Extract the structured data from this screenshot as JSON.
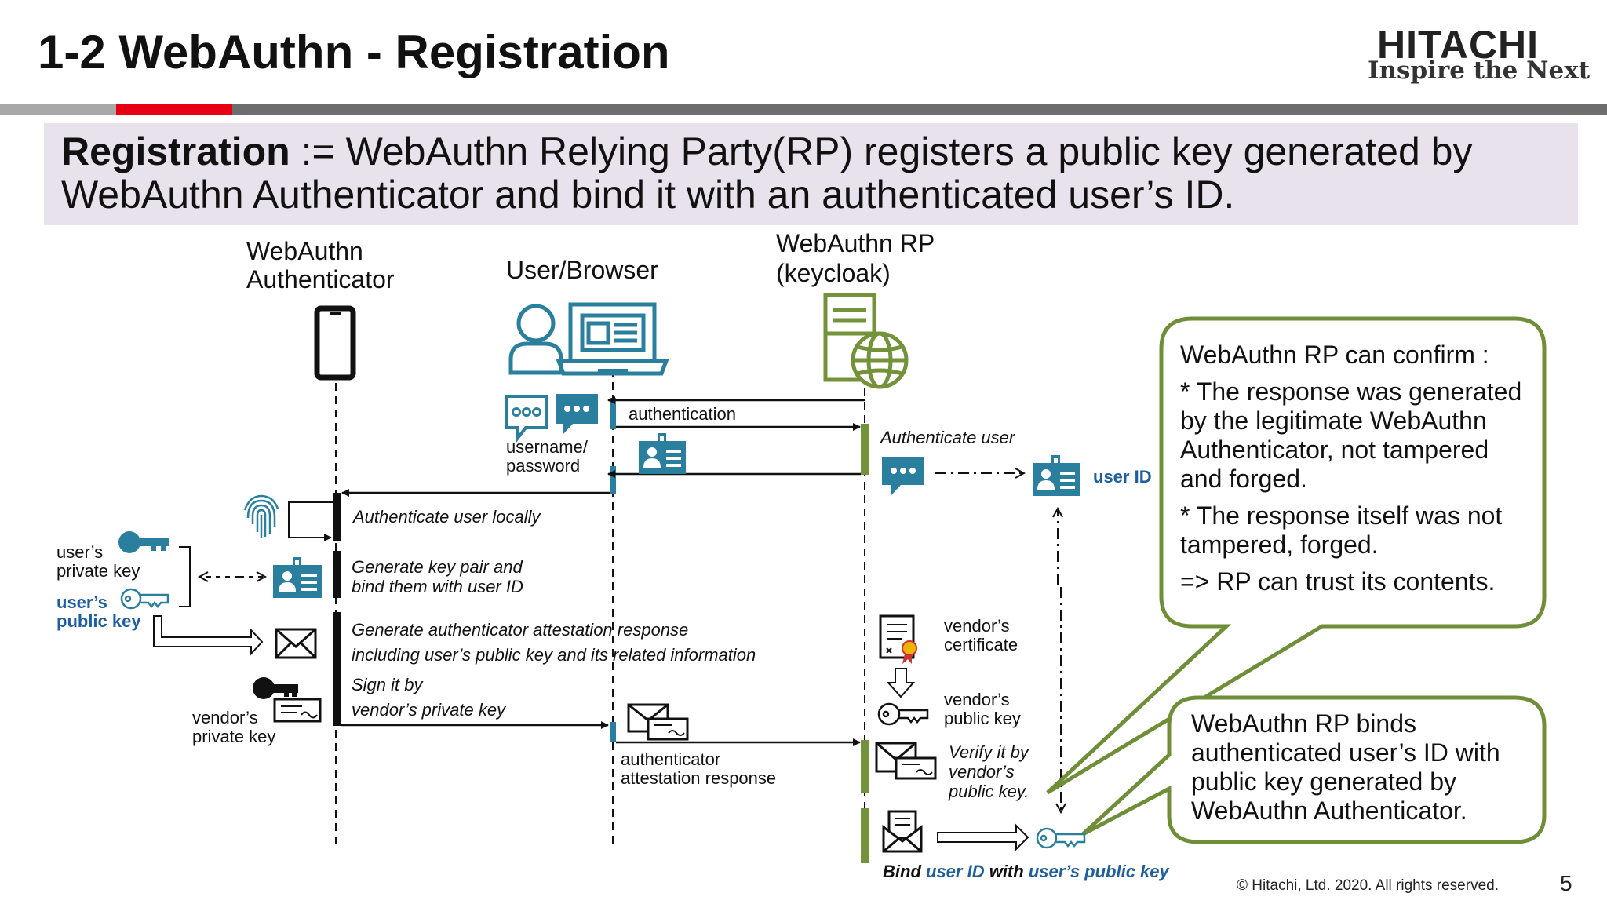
{
  "header": {
    "title": "1-2 WebAuthn - Registration",
    "logo_word": "HITACHI",
    "logo_tagline": "Inspire the Next"
  },
  "definition": {
    "term": "Registration",
    "text": " := WebAuthn Relying Party(RP) registers a public key generated by WebAuthn Authenticator and bind it with an authenticated user’s ID."
  },
  "actors": {
    "authenticator": "WebAuthn Authenticator",
    "browser": "User/Browser",
    "rp_line1": "WebAuthn RP",
    "rp_line2": "(keycloak)"
  },
  "messages": {
    "authentication": "authentication",
    "username_password_1": "username/",
    "username_password_2": "password",
    "authenticate_user": "Authenticate user",
    "user_id": "user ID",
    "authenticate_locally": "Authenticate user locally",
    "generate_key_1": "Generate key pair and",
    "generate_key_2": "bind them with user ID",
    "attestation_1": "Generate authenticator attestation response",
    "attestation_2": "including user’s public key and its related information",
    "sign_1": "Sign it by",
    "sign_2": "vendor’s private key",
    "attestation_response_1": "authenticator",
    "attestation_response_2": "attestation response",
    "users_private_key_1": "user’s",
    "users_private_key_2": "private key",
    "users_public_key_1": "user’s",
    "users_public_key_2": "public key",
    "vendors_private_key_1": "vendor’s",
    "vendors_private_key_2": "private key",
    "vendors_certificate_1": "vendor’s",
    "vendors_certificate_2": "certificate",
    "vendors_public_key_1": "vendor’s",
    "vendors_public_key_2": "public key",
    "verify_1": "Verify it by",
    "verify_2": "vendor’s",
    "verify_3": "public key.",
    "bind_prefix": "Bind ",
    "bind_user_id": "user ID",
    "bind_with": " with ",
    "bind_public_key": "user’s public key"
  },
  "callouts": {
    "confirm_title": "WebAuthn RP can confirm :",
    "confirm_point1": "* The response was generated by the legitimate WebAuthn Authenticator, not tampered and forged.",
    "confirm_point2": "* The response itself was not tampered, forged.",
    "confirm_conclusion": "=> RP can trust its contents.",
    "binds_text": "WebAuthn RP binds authenticated user’s ID with public key generated by WebAuthn Authenticator."
  },
  "footer": {
    "copyright": "© Hitachi, Ltd. 2020. All rights reserved.",
    "page_number": "5"
  },
  "colors": {
    "accent_red": "#e60012",
    "teal": "#2a7f9e",
    "green": "#74923a",
    "callout_border": "#6f8e37",
    "definition_bg": "#e8e2ec",
    "dark_blue": "#1f5fa0"
  }
}
